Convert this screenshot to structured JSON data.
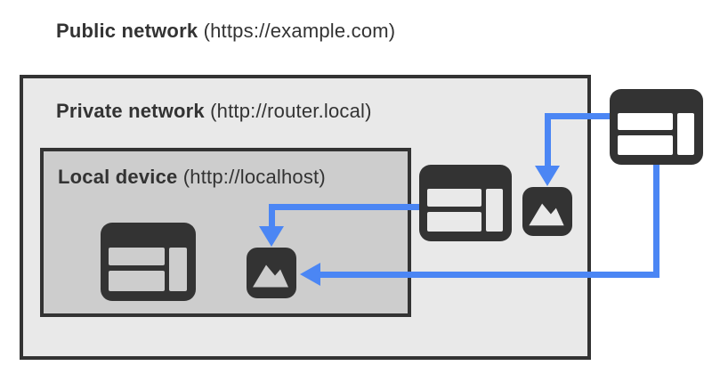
{
  "diagram": {
    "title": "Cross-origin requests flowing from public and private networks into a local device",
    "zones": {
      "public": {
        "name": "Public network",
        "url": "(https://example.com)"
      },
      "private": {
        "name": "Private network",
        "url": "(http://router.local)"
      },
      "local": {
        "name": "Local device",
        "url": "(http://localhost)"
      }
    },
    "nodes": [
      {
        "id": "public-browser",
        "type": "browser-window",
        "zone": "public"
      },
      {
        "id": "private-browser",
        "type": "browser-window",
        "zone": "private"
      },
      {
        "id": "private-image",
        "type": "image-resource",
        "zone": "private"
      },
      {
        "id": "local-browser",
        "type": "browser-window",
        "zone": "local"
      },
      {
        "id": "local-image",
        "type": "image-resource",
        "zone": "local"
      }
    ],
    "arrows": [
      {
        "from": "private-browser",
        "to": "local-image",
        "color": "#4b86f4"
      },
      {
        "from": "public-browser",
        "to": "private-image",
        "color": "#4b86f4"
      },
      {
        "from": "public-browser",
        "to": "local-image",
        "color": "#4b86f4"
      }
    ]
  },
  "colors": {
    "accent_blue": "#4b86f4",
    "icon_dark": "#333333",
    "private_bg": "#e9e9e9",
    "local_bg": "#cdcdcd",
    "page_bg": "#ffffff"
  }
}
